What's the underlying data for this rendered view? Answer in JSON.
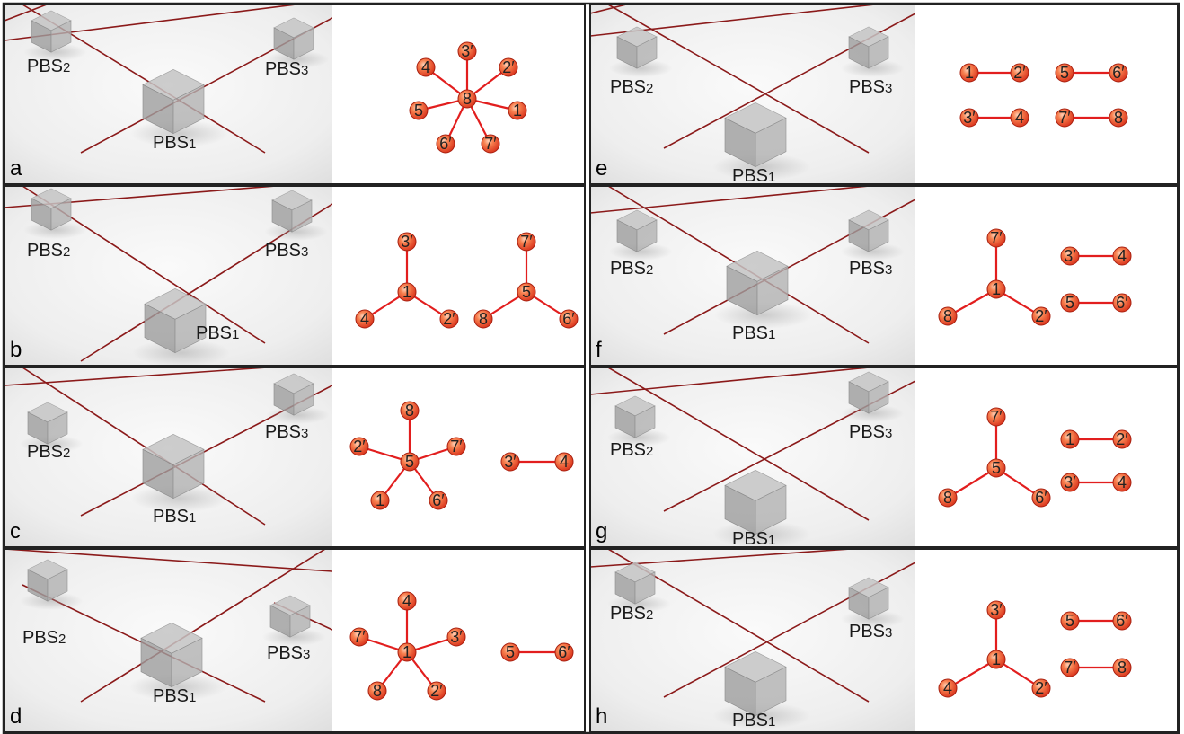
{
  "panels": [
    {
      "letter": "a",
      "pbs1": "PBS1",
      "pbs2": "PBS2",
      "pbs3": "PBS3",
      "graph": {
        "nodes": [
          {
            "id": "n8",
            "label": "8"
          },
          {
            "id": "n3p",
            "label": "3′"
          },
          {
            "id": "n2p",
            "label": "2′"
          },
          {
            "id": "n4",
            "label": "4"
          },
          {
            "id": "n5",
            "label": "5"
          },
          {
            "id": "n1",
            "label": "1"
          },
          {
            "id": "n6p",
            "label": "6′"
          },
          {
            "id": "n7p",
            "label": "7′"
          }
        ],
        "edges": [
          [
            "n8",
            "n3p"
          ],
          [
            "n8",
            "n2p"
          ],
          [
            "n8",
            "n4"
          ],
          [
            "n8",
            "n5"
          ],
          [
            "n8",
            "n1"
          ],
          [
            "n8",
            "n6p"
          ],
          [
            "n8",
            "n7p"
          ]
        ]
      }
    },
    {
      "letter": "b",
      "pbs1": "PBS1",
      "pbs2": "PBS2",
      "pbs3": "PBS3",
      "graph": {
        "nodes": [
          {
            "id": "n1",
            "label": "1"
          },
          {
            "id": "n3p",
            "label": "3′"
          },
          {
            "id": "n4",
            "label": "4"
          },
          {
            "id": "n2p",
            "label": "2′"
          },
          {
            "id": "n5",
            "label": "5"
          },
          {
            "id": "n7p",
            "label": "7′"
          },
          {
            "id": "n8",
            "label": "8"
          },
          {
            "id": "n6p",
            "label": "6′"
          }
        ],
        "edges": [
          [
            "n1",
            "n3p"
          ],
          [
            "n1",
            "n4"
          ],
          [
            "n1",
            "n2p"
          ],
          [
            "n5",
            "n7p"
          ],
          [
            "n5",
            "n8"
          ],
          [
            "n5",
            "n6p"
          ]
        ]
      }
    },
    {
      "letter": "c",
      "pbs1": "PBS1",
      "pbs2": "PBS2",
      "pbs3": "PBS3",
      "graph": {
        "nodes": [
          {
            "id": "n5",
            "label": "5"
          },
          {
            "id": "n8",
            "label": "8"
          },
          {
            "id": "n2p",
            "label": "2′"
          },
          {
            "id": "n7p",
            "label": "7′"
          },
          {
            "id": "n1",
            "label": "1"
          },
          {
            "id": "n6p",
            "label": "6′"
          },
          {
            "id": "n3p",
            "label": "3′"
          },
          {
            "id": "n4",
            "label": "4"
          }
        ],
        "edges": [
          [
            "n5",
            "n8"
          ],
          [
            "n5",
            "n2p"
          ],
          [
            "n5",
            "n7p"
          ],
          [
            "n5",
            "n1"
          ],
          [
            "n5",
            "n6p"
          ],
          [
            "n3p",
            "n4"
          ]
        ]
      }
    },
    {
      "letter": "d",
      "pbs1": "PBS1",
      "pbs2": "PBS2",
      "pbs3": "PBS3",
      "graph": {
        "nodes": [
          {
            "id": "n1",
            "label": "1"
          },
          {
            "id": "n4",
            "label": "4"
          },
          {
            "id": "n7p",
            "label": "7′"
          },
          {
            "id": "n3p",
            "label": "3′"
          },
          {
            "id": "n8",
            "label": "8"
          },
          {
            "id": "n2p",
            "label": "2′"
          },
          {
            "id": "n5",
            "label": "5"
          },
          {
            "id": "n6p",
            "label": "6′"
          }
        ],
        "edges": [
          [
            "n1",
            "n4"
          ],
          [
            "n1",
            "n7p"
          ],
          [
            "n1",
            "n3p"
          ],
          [
            "n1",
            "n8"
          ],
          [
            "n1",
            "n2p"
          ],
          [
            "n5",
            "n6p"
          ]
        ]
      }
    },
    {
      "letter": "e",
      "pbs1": "PBS1",
      "pbs2": "PBS2",
      "pbs3": "PBS3",
      "graph": {
        "nodes": [
          {
            "id": "n1",
            "label": "1"
          },
          {
            "id": "n2p",
            "label": "2′"
          },
          {
            "id": "n5",
            "label": "5"
          },
          {
            "id": "n6p",
            "label": "6′"
          },
          {
            "id": "n3p",
            "label": "3′"
          },
          {
            "id": "n4",
            "label": "4"
          },
          {
            "id": "n7p",
            "label": "7′"
          },
          {
            "id": "n8",
            "label": "8"
          }
        ],
        "edges": [
          [
            "n1",
            "n2p"
          ],
          [
            "n5",
            "n6p"
          ],
          [
            "n3p",
            "n4"
          ],
          [
            "n7p",
            "n8"
          ]
        ]
      }
    },
    {
      "letter": "f",
      "pbs1": "PBS1",
      "pbs2": "PBS2",
      "pbs3": "PBS3",
      "graph": {
        "nodes": [
          {
            "id": "n1",
            "label": "1"
          },
          {
            "id": "n7p",
            "label": "7′"
          },
          {
            "id": "n8",
            "label": "8"
          },
          {
            "id": "n2p",
            "label": "2′"
          },
          {
            "id": "n3p",
            "label": "3′"
          },
          {
            "id": "n4",
            "label": "4"
          },
          {
            "id": "n5",
            "label": "5"
          },
          {
            "id": "n6p",
            "label": "6′"
          }
        ],
        "edges": [
          [
            "n1",
            "n7p"
          ],
          [
            "n1",
            "n8"
          ],
          [
            "n1",
            "n2p"
          ],
          [
            "n3p",
            "n4"
          ],
          [
            "n5",
            "n6p"
          ]
        ]
      }
    },
    {
      "letter": "g",
      "pbs1": "PBS1",
      "pbs2": "PBS2",
      "pbs3": "PBS3",
      "graph": {
        "nodes": [
          {
            "id": "n5",
            "label": "5"
          },
          {
            "id": "n7p",
            "label": "7′"
          },
          {
            "id": "n8",
            "label": "8"
          },
          {
            "id": "n6p",
            "label": "6′"
          },
          {
            "id": "n1",
            "label": "1"
          },
          {
            "id": "n2p",
            "label": "2′"
          },
          {
            "id": "n3p",
            "label": "3′"
          },
          {
            "id": "n4",
            "label": "4"
          }
        ],
        "edges": [
          [
            "n5",
            "n7p"
          ],
          [
            "n5",
            "n8"
          ],
          [
            "n5",
            "n6p"
          ],
          [
            "n1",
            "n2p"
          ],
          [
            "n3p",
            "n4"
          ]
        ]
      }
    },
    {
      "letter": "h",
      "pbs1": "PBS1",
      "pbs2": "PBS2",
      "pbs3": "PBS3",
      "graph": {
        "nodes": [
          {
            "id": "n1",
            "label": "1"
          },
          {
            "id": "n3p",
            "label": "3′"
          },
          {
            "id": "n4",
            "label": "4"
          },
          {
            "id": "n2p",
            "label": "2′"
          },
          {
            "id": "n5",
            "label": "5"
          },
          {
            "id": "n6p",
            "label": "6′"
          },
          {
            "id": "n7p",
            "label": "7′"
          },
          {
            "id": "n8",
            "label": "8"
          }
        ],
        "edges": [
          [
            "n1",
            "n3p"
          ],
          [
            "n1",
            "n4"
          ],
          [
            "n1",
            "n2p"
          ],
          [
            "n5",
            "n6p"
          ],
          [
            "n7p",
            "n8"
          ]
        ]
      }
    }
  ],
  "colors": {
    "beam": "#8b1a1a",
    "edge": "#e21e1e",
    "node_fill": "#f25a30",
    "node_stroke": "#a82010",
    "border": "#222222"
  }
}
